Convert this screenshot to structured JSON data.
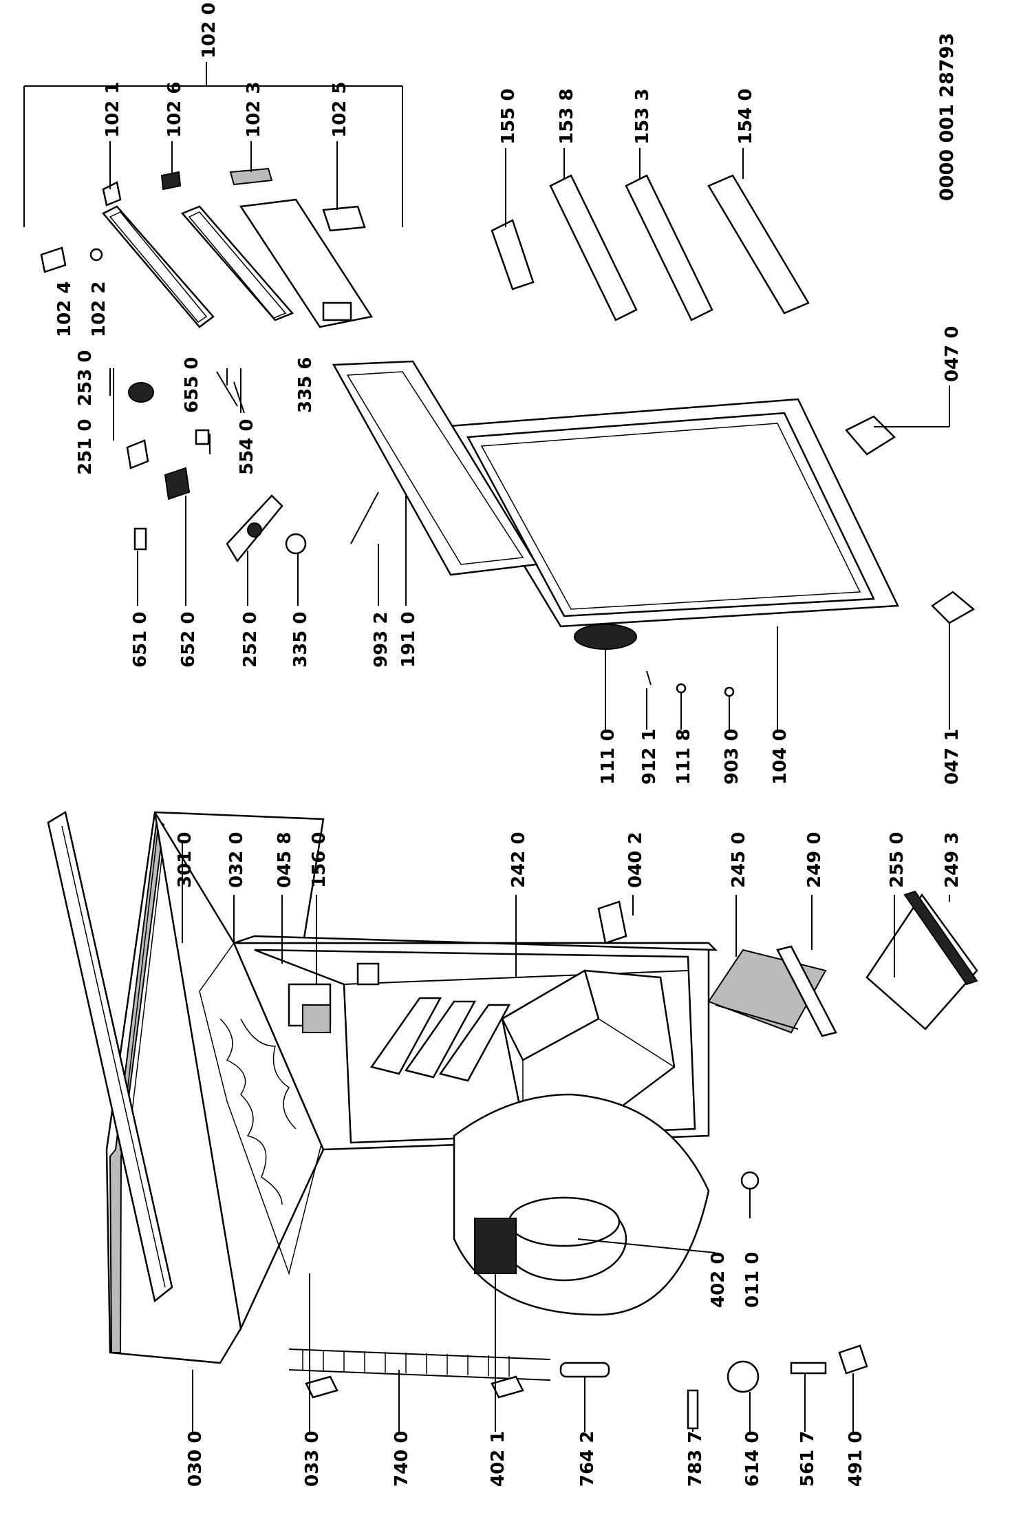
{
  "document_number": "0000 001 28793",
  "labels": {
    "p0300": "030 0",
    "p0330": "033 0",
    "p7400": "740 0",
    "p4021": "402 1",
    "p7642": "764 2",
    "p7837": "783 7",
    "p6140": "614 0",
    "p5617": "561 7",
    "p4910": "491 0",
    "p3010": "301 0",
    "p0320": "032 0",
    "p0458": "045 8",
    "p1560": "156 0",
    "p2420": "242 0",
    "p0402": "040 2",
    "p2450": "245 0",
    "p2490": "249 0",
    "p2550": "255 0",
    "p2493": "249 3",
    "p4020": "402 0",
    "p0110": "011 0",
    "p1020": "102 0",
    "p1021": "102 1",
    "p1026": "102 6",
    "p1023": "102 3",
    "p1025": "102 5",
    "p1024": "102 4",
    "p1022": "102 2",
    "p1550": "155 0",
    "p1538": "153 8",
    "p1533": "153 3",
    "p1540": "154 0",
    "p2530": "253 0",
    "p2510": "251 0",
    "p6550": "655 0",
    "p3356": "335 6",
    "p5540": "554 0",
    "p0470": "047 0",
    "p6510": "651 0",
    "p6520": "652 0",
    "p2520": "252 0",
    "p3350": "335 0",
    "p9932": "993 2",
    "p1910": "191 0",
    "p1110": "111 0",
    "p9121": "912 1",
    "p1118": "111 8",
    "p9030": "903 0",
    "p1040": "104 0",
    "p0471": "047 1"
  }
}
